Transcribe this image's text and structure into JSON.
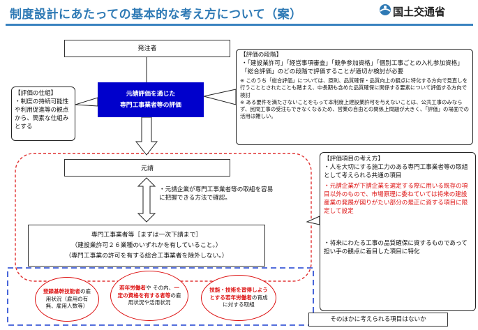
{
  "header": {
    "title": "制度設計にあたっての基本的な考え方について（案）",
    "ministry": "国土交通省"
  },
  "flow": {
    "orderer": "発注者",
    "evaluation_line1": "元請評価を通じた",
    "evaluation_line2": "専門工事業者等の評価",
    "prime": "元請",
    "prime_note": "・元請企業が専門工事業者等の取組を容易に把握できる方法で確認。",
    "sub_title": "専門工事業者等［まずは一次下請まで］",
    "sub_line1": "（建設業許可２６業種のいずれかを有していること。）",
    "sub_line2": "（専門工事業の許可を有する総合工事業者を除外しない。）"
  },
  "eval_structure": {
    "heading": "【評価の仕組】",
    "body": "・制度の持続可能性や利用促進等の観点から、簡素な仕組みとする"
  },
  "eval_stage": {
    "heading": "【評価の段階】",
    "body": "・「建設業許可」「経営事項審査」「競争参加資格」「個別工事ごとの入札参加資格」「総合評価」のどの段階で評価することが適切か検討が必要",
    "note1": "※ このうち「総合評価」については、原則、品質確保・品質向上の観点に特化する方向で見直しを行うこととされたことも踏まえ、中長期も含めた品質確保に関係する要素について評価する方向で検討",
    "note2": "※ ある要件を満たさないことをもって本制度上建設業許可を与えないことは、公共工事のみならず、民間工事の受注もできなくなるため、営業の自由との関係上問題が大きく、「評価」の場面での活用は難しい。"
  },
  "eval_items": {
    "heading": "【評価項目の考え方】",
    "point1": "・人を大切にする施工力のある専門工事業者等の取組として考えられる共通の項目",
    "point2": "・元請企業が下請企業を選定する際に用いる既存の項目以外のもので、市場原理に委ねていては将来の建設産業の発展が図りがたい部分の是正に資する項目に限定して設定",
    "point3": "・将来にわたる工事の品質確保に資するものであって担い手の観点に着目した項目に特化"
  },
  "items": {
    "item1_red": "登録基幹技能者",
    "item1_rest": "の雇用状況（雇用の有無、雇用人数等）",
    "item2_red1": "若年労働者",
    "item2_mid": "や その内、",
    "item2_red2": "一定の資格を有する者等",
    "item2_rest": "の雇用状況や活用状況",
    "item3_red": "技能・技術を習得しようとする若年労働者",
    "item3_rest": "の育成に対する取組"
  },
  "other_items": "そのほかに考えられる項目はないか",
  "colors": {
    "accent_blue": "#2f7ab5",
    "eval_box_blue": "#0000cc",
    "highlight_red": "#dd1111",
    "dashed_blue": "#1a3fd0"
  }
}
